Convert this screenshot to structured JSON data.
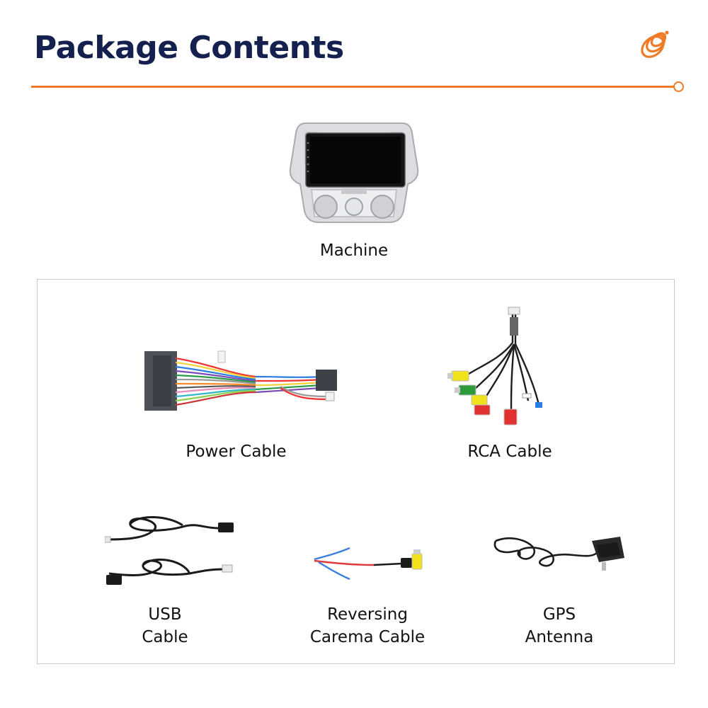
{
  "header": {
    "title": "Package Contents",
    "accent_color": "#f07a26",
    "title_color": "#14204d",
    "logo_icon": "orange-coil-logo-icon"
  },
  "items": {
    "machine": {
      "label": "Machine",
      "icon": "car-stereo-head-unit-image"
    },
    "power_cable": {
      "label": "Power Cable",
      "icon": "wiring-harness-image"
    },
    "rca_cable": {
      "label": "RCA Cable",
      "icon": "rca-cable-image"
    },
    "usb_cable": {
      "label_line1": "USB",
      "label_line2": "Cable",
      "icon": "usb-cable-image"
    },
    "reversing_cable": {
      "label_line1": "Reversing",
      "label_line2": "Carema Cable",
      "icon": "reversing-camera-cable-image"
    },
    "gps_antenna": {
      "label_line1": "GPS",
      "label_line2": "Antenna",
      "icon": "gps-antenna-image"
    }
  }
}
